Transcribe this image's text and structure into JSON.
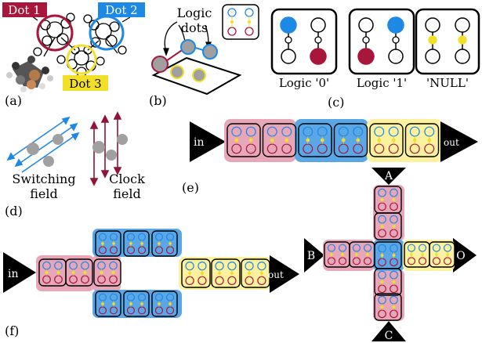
{
  "colors": {
    "pink": "#e8a7b9",
    "blue": "#5aa7e8",
    "yellow": "#fbf19e",
    "dot_blue": "#1e88e5",
    "dot_red": "#a8163c",
    "dot_yellow": "#f2df28",
    "dot1_label_bg": "#a8163c",
    "dot2_label_bg": "#1e88e5",
    "dot3_label_bg": "#f2df28",
    "arrow_blue": "#1e88e5",
    "arrow_red": "#8e1438",
    "sphere_gray": "#9a9a9a"
  },
  "panel_a": {
    "label": "(a)",
    "dot1": "Dot 1",
    "dot2": "Dot 2",
    "dot3": "Dot 3"
  },
  "panel_b": {
    "label": "(b)",
    "logic_dots_line1": "Logic",
    "logic_dots_line2": "dots"
  },
  "panel_c": {
    "label": "(c)",
    "states": [
      "Logic '0'",
      "Logic '1'",
      "'NULL'"
    ]
  },
  "panel_d": {
    "label": "(d)",
    "switching_line1": "Switching",
    "switching_line2": "field",
    "clock_line1": "Clock",
    "clock_line2": "field"
  },
  "panel_e": {
    "label": "(e)",
    "in_label": "in",
    "out_label": "out",
    "cell_zones": [
      "pink",
      "pink",
      "blue",
      "blue",
      "yellow",
      "yellow"
    ]
  },
  "panel_f": {
    "label": "(f)",
    "in_label": "in",
    "out_label": "out"
  },
  "panel_g": {
    "input_a": "A",
    "input_b": "B",
    "input_c": "C",
    "output": "O"
  }
}
